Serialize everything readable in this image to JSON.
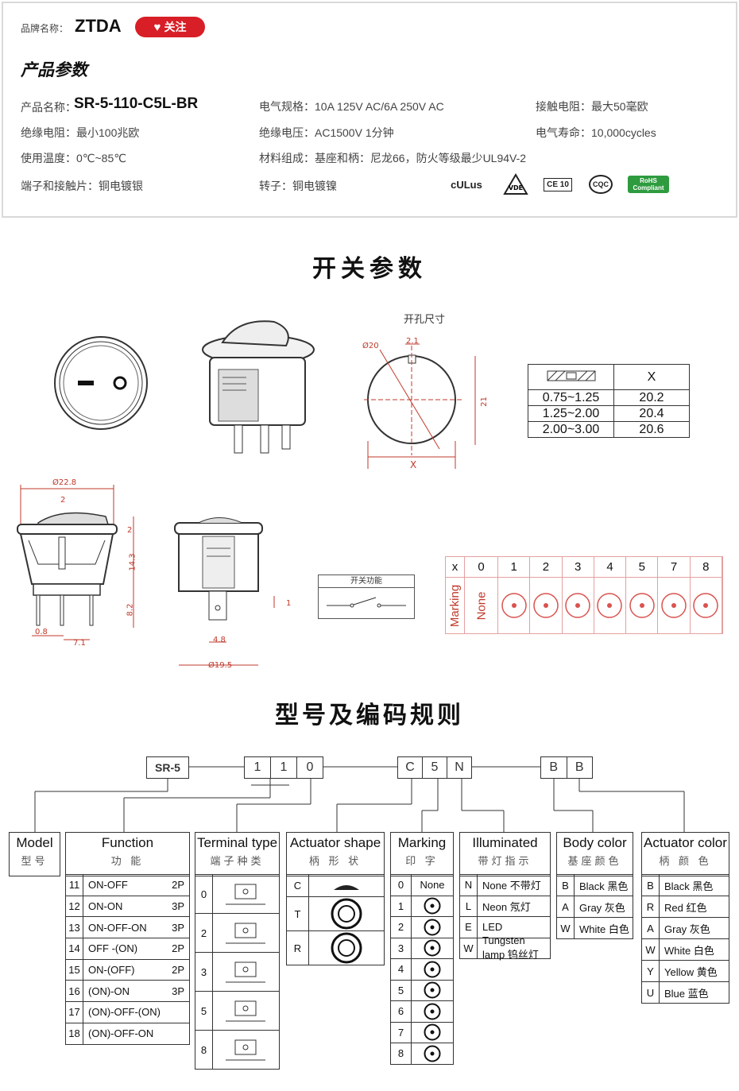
{
  "header": {
    "brand_label": "品牌名称：",
    "brand": "ZTDA",
    "follow_label": "关注",
    "section_title": "产品参数"
  },
  "params": {
    "name_label": "产品名称：",
    "name": "SR-5-110-C5L-BR",
    "elec_spec": "电气规格：10A 125V AC/6A 250V AC",
    "contact_res": "接触电阻：最大50毫欧",
    "insul_res": "绝缘电阻：最小100兆欧",
    "insul_volt": "绝缘电压：AC1500V 1分钟",
    "elec_life": "电气寿命：10,000cycles",
    "temp": "使用温度：0℃~85℃",
    "material": "材料组成：基座和柄：尼龙66，防火等级最少UL94V-2",
    "terminal": "端子和接触片：铜电镀银",
    "rotor": "转子：铜电镀镍"
  },
  "certs": [
    "cULus",
    "VDE",
    "CE 10",
    "CQC",
    "RoHS Compliant"
  ],
  "switch_section": {
    "title": "开关参数",
    "cutout_title": "开孔尺寸",
    "dims": {
      "d20": "Ø20",
      "w21": "2.1",
      "h21": "21",
      "x": "X",
      "d228": "Ø22.8",
      "d2": "2",
      "d2b": "2",
      "d143": "14.3",
      "d82": "8.2",
      "d08": "0.8",
      "d71": "7.1",
      "d48": "4.8",
      "d1": "1",
      "d195": "Ø19.5"
    },
    "thickness_table": {
      "header_x": "X",
      "rows": [
        {
          "range": "0.75~1.25",
          "x": "20.2"
        },
        {
          "range": "1.25~2.00",
          "x": "20.4"
        },
        {
          "range": "2.00~3.00",
          "x": "20.6"
        }
      ]
    },
    "function_label": "开关功能",
    "marking_table": {
      "header": [
        "x",
        "0",
        "1",
        "2",
        "3",
        "4",
        "5",
        "7",
        "8"
      ],
      "row_label": "Marking",
      "none_label": "None"
    }
  },
  "coding": {
    "title": "型号及编码规则",
    "code_parts": {
      "prefix": "SR-5",
      "g1": [
        "1",
        "1",
        "0"
      ],
      "g2": [
        "C",
        "5",
        "N"
      ],
      "g3": [
        "B",
        "B"
      ]
    },
    "columns": [
      {
        "en": "Model",
        "cn": "型号"
      },
      {
        "en": "Function",
        "cn": "功 能"
      },
      {
        "en": "Terminal type",
        "cn": "端子种类"
      },
      {
        "en": "Actuator shape",
        "cn": "柄 形 状"
      },
      {
        "en": "Marking",
        "cn": "印 字"
      },
      {
        "en": "Illuminated",
        "cn": "带灯指示"
      },
      {
        "en": "Body color",
        "cn": "基座颜色"
      },
      {
        "en": "Actuator color",
        "cn": "柄 颜 色"
      }
    ],
    "function_rows": [
      {
        "code": "11",
        "name": "ON-OFF",
        "p": "2P"
      },
      {
        "code": "12",
        "name": "ON-ON",
        "p": "3P"
      },
      {
        "code": "13",
        "name": "ON-OFF-ON",
        "p": "3P"
      },
      {
        "code": "14",
        "name": "OFF -(ON)",
        "p": "2P"
      },
      {
        "code": "15",
        "name": "ON-(OFF)",
        "p": "2P"
      },
      {
        "code": "16",
        "name": "(ON)-ON",
        "p": "3P"
      },
      {
        "code": "17",
        "name": "(ON)-OFF-(ON)",
        "p": ""
      },
      {
        "code": "18",
        "name": "(ON)-OFF-ON",
        "p": ""
      }
    ],
    "terminal_rows": [
      "0",
      "2",
      "3",
      "5",
      "8"
    ],
    "actuator_rows": [
      "C",
      "T",
      "R"
    ],
    "marking_rows": [
      "0",
      "1",
      "2",
      "3",
      "4",
      "5",
      "6",
      "7",
      "8"
    ],
    "marking_none": "None",
    "illum_rows": [
      {
        "code": "N",
        "name": "None 不带灯"
      },
      {
        "code": "L",
        "name": "Neon 氖灯"
      },
      {
        "code": "E",
        "name": "LED"
      },
      {
        "code": "W",
        "name": "Tungsten lamp 钨丝灯"
      }
    ],
    "body_rows": [
      {
        "code": "B",
        "name": "Black 黑色"
      },
      {
        "code": "A",
        "name": "Gray 灰色"
      },
      {
        "code": "W",
        "name": "White 白色"
      }
    ],
    "act_color_rows": [
      {
        "code": "B",
        "name": "Black 黑色"
      },
      {
        "code": "R",
        "name": "Red 红色"
      },
      {
        "code": "A",
        "name": "Gray 灰色"
      },
      {
        "code": "W",
        "name": "White 白色"
      },
      {
        "code": "Y",
        "name": "Yellow 黄色"
      },
      {
        "code": "U",
        "name": "Blue 蓝色"
      }
    ]
  },
  "colors": {
    "accent": "#d81e26",
    "dim": "#c0392b"
  }
}
